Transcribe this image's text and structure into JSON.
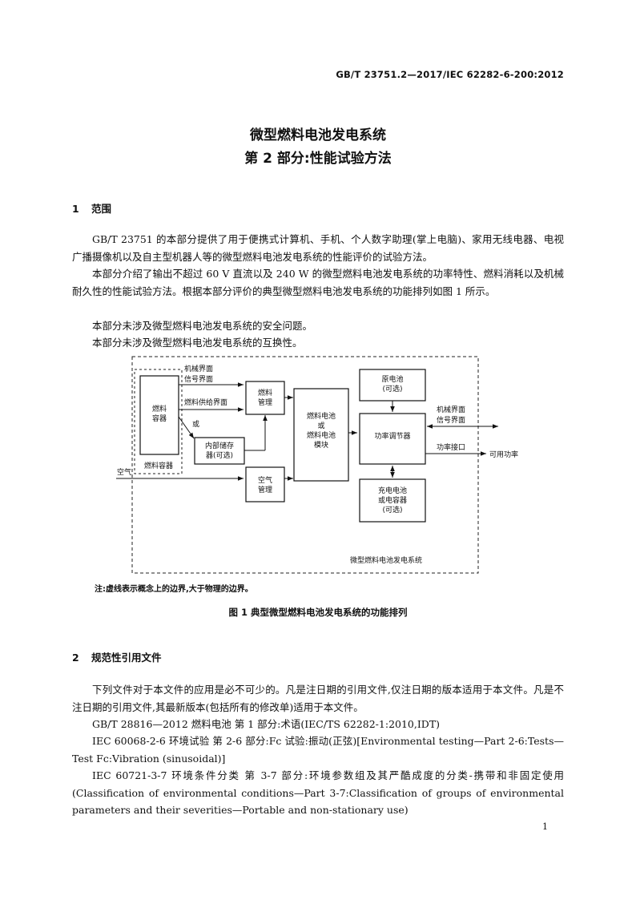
{
  "header": {
    "standard_number": "GB/T 23751.2—2017/IEC 62282-6-200:2012"
  },
  "title": {
    "line1": "微型燃料电池发电系统",
    "line2": "第 2 部分:性能试验方法"
  },
  "section1": {
    "number": "1",
    "heading": "范围",
    "paragraphs": [
      "GB/T 23751 的本部分提供了用于便携式计算机、手机、个人数字助理(掌上电脑)、家用无线电器、电视广播摄像机以及自主型机器人等的微型燃料电池发电系统的性能评价的试验方法。",
      "本部分介绍了输出不超过 60 V 直流以及 240 W 的微型燃料电池发电系统的功率特性、燃料消耗以及机械耐久性的性能试验方法。根据本部分评价的典型微型燃料电池发电系统的功能排列如图 1 所示。",
      "本部分未涉及微型燃料电池发电系统的安全问题。",
      "本部分未涉及微型燃料电池发电系统的互换性。"
    ]
  },
  "figure1": {
    "fuel_box": "燃料\n容器",
    "fuel_container_label": "燃料容器",
    "mech_interface_top": "机械界面",
    "signal_interface_top": "信号界面",
    "fuel_supply_interface": "燃料供给界面",
    "or_label": "或",
    "internal_storage": "内部储存\n器(可选)",
    "fuel_management": "燃料\n管理",
    "air_label": "空气",
    "air_management": "空气\n管理",
    "fuel_cell_module": "燃料电池\n或\n燃料电池\n模块",
    "primary_battery": "原电池\n(可选)",
    "power_conditioner": "功率调节器",
    "rechargeable": "充电电池\n或电容器\n(可选)",
    "mech_interface_right": "机械界面",
    "signal_interface_right": "信号界面",
    "power_interface": "功率接口",
    "usable_power": "可用功率",
    "system_label": "微型燃料电池发电系统",
    "note": "注:虚线表示概念上的边界,大于物理的边界。",
    "caption": "图 1   典型微型燃料电池发电系统的功能排列"
  },
  "section2": {
    "number": "2",
    "heading": "规范性引用文件",
    "paragraphs": [
      "下列文件对于本文件的应用是必不可少的。凡是注日期的引用文件,仅注日期的版本适用于本文件。凡是不注日期的引用文件,其最新版本(包括所有的修改单)适用于本文件。",
      "GB/T 28816—2012   燃料电池   第 1 部分:术语(IEC/TS 62282-1:2010,IDT)",
      "IEC 60068-2-6   环境试验   第 2-6 部分:Fc 试验:振动(正弦)[Environmental testing—Part 2-6:Tests—Test Fc:Vibration (sinusoidal)]",
      "IEC 60721-3-7   环境条件分类   第 3-7 部分:环境参数组及其严酷成度的分类-携带和非固定使用(Classification of environmental conditions—Part 3-7:Classification of groups of environmental parameters and their severities—Portable and non-stationary use)"
    ]
  },
  "page_number": "1"
}
